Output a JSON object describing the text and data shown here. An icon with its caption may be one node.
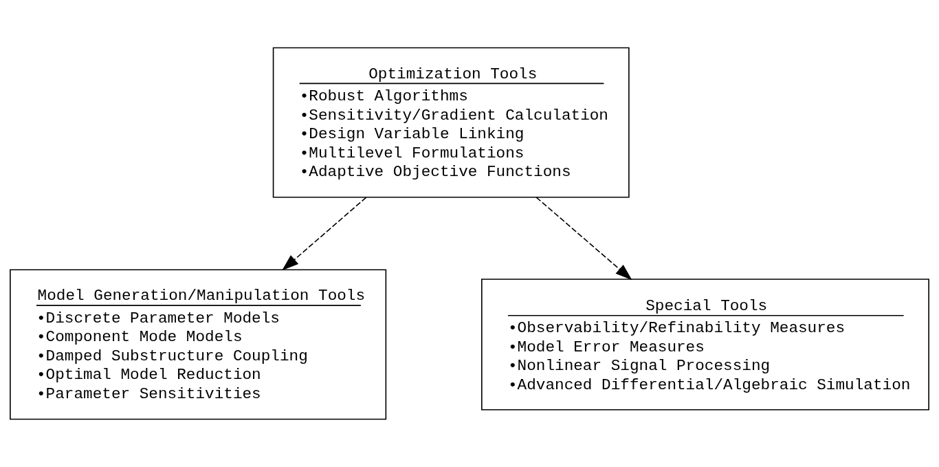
{
  "diagram": {
    "nodes": [
      {
        "text": [
          "Optimization Tools",
          "•Robust Algorithms",
          "•Sensitivity/Gradient Calculation",
          "•Design Variable Linking",
          "•Multilevel Formulations",
          "•Adaptive Objective Functions"
        ]
      },
      {
        "text": [
          "Model Generation/Manipulation Tools",
          "•Discrete Parameter Models",
          "•Component Mode Models",
          "•Damped Substructure Coupling",
          "•Optimal Model Reduction",
          "•Parameter Sensitivities"
        ]
      },
      {
        "text": [
          "Special Tools",
          "•Observability/Refinability Measures",
          "•Model Error Measures",
          "•Nonlinear Signal Processing",
          "•Advanced Differential/Algebraic Simulation"
        ]
      }
    ],
    "edges": [
      {
        "from": 0,
        "to": 1,
        "arrow": "to",
        "style": "dashed"
      },
      {
        "from": 0,
        "to": 2,
        "arrow": "to",
        "style": "dashed"
      }
    ]
  }
}
